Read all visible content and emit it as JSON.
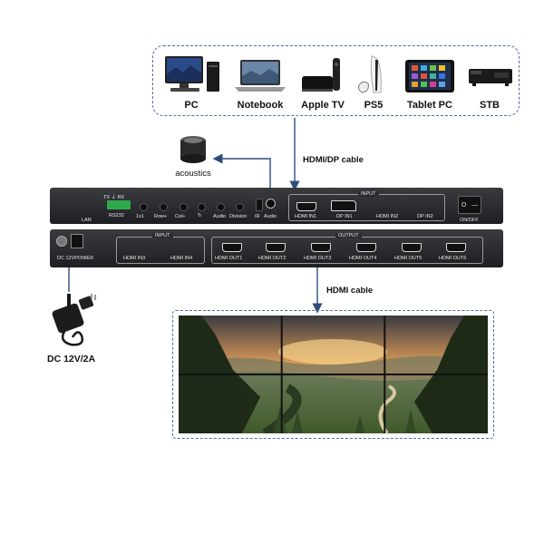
{
  "sources": [
    "PC",
    "Notebook",
    "Apple TV",
    "PS5",
    "Tablet PC",
    "STB"
  ],
  "cables": {
    "source": "HDMI/DP cable",
    "display": "HDMI cable"
  },
  "speaker_label": "acoustics",
  "power_label": "DC 12V/2A",
  "front_panel": {
    "rs232_top": "TX  ⏚  RX",
    "rs232": "RS232",
    "lan": "LAN",
    "buttons": [
      "1x1",
      "Row+",
      "Col+",
      "↻",
      "Audio",
      "Division"
    ],
    "ir": "IR",
    "audio": "Audio",
    "input_title": "INPUT",
    "inputs": [
      "HDMI IN1",
      "DP IN1",
      "HDMI IN2",
      "DP IN2"
    ],
    "onoff": "ON/OFF",
    "switch_symbols": [
      "O",
      "—"
    ]
  },
  "back_panel": {
    "power": "DC 12VPOWER",
    "input_title": "INPUT",
    "inputs": [
      "HDMI IN3",
      "HDMI IN4"
    ],
    "output_title": "OUTPUT",
    "outputs": [
      "HDMI OUT1",
      "HDMI OUT2",
      "HDMI OUT3",
      "HDMI OUT4",
      "HDMI OUT5",
      "HDMI OUT6"
    ]
  },
  "colors": {
    "dashed_border": "#4a6fa5",
    "arrow": "#2e4d7a",
    "device": "#2a2b2f",
    "label": "#111111"
  },
  "video_wall": {
    "rows": 2,
    "cols": 3
  }
}
